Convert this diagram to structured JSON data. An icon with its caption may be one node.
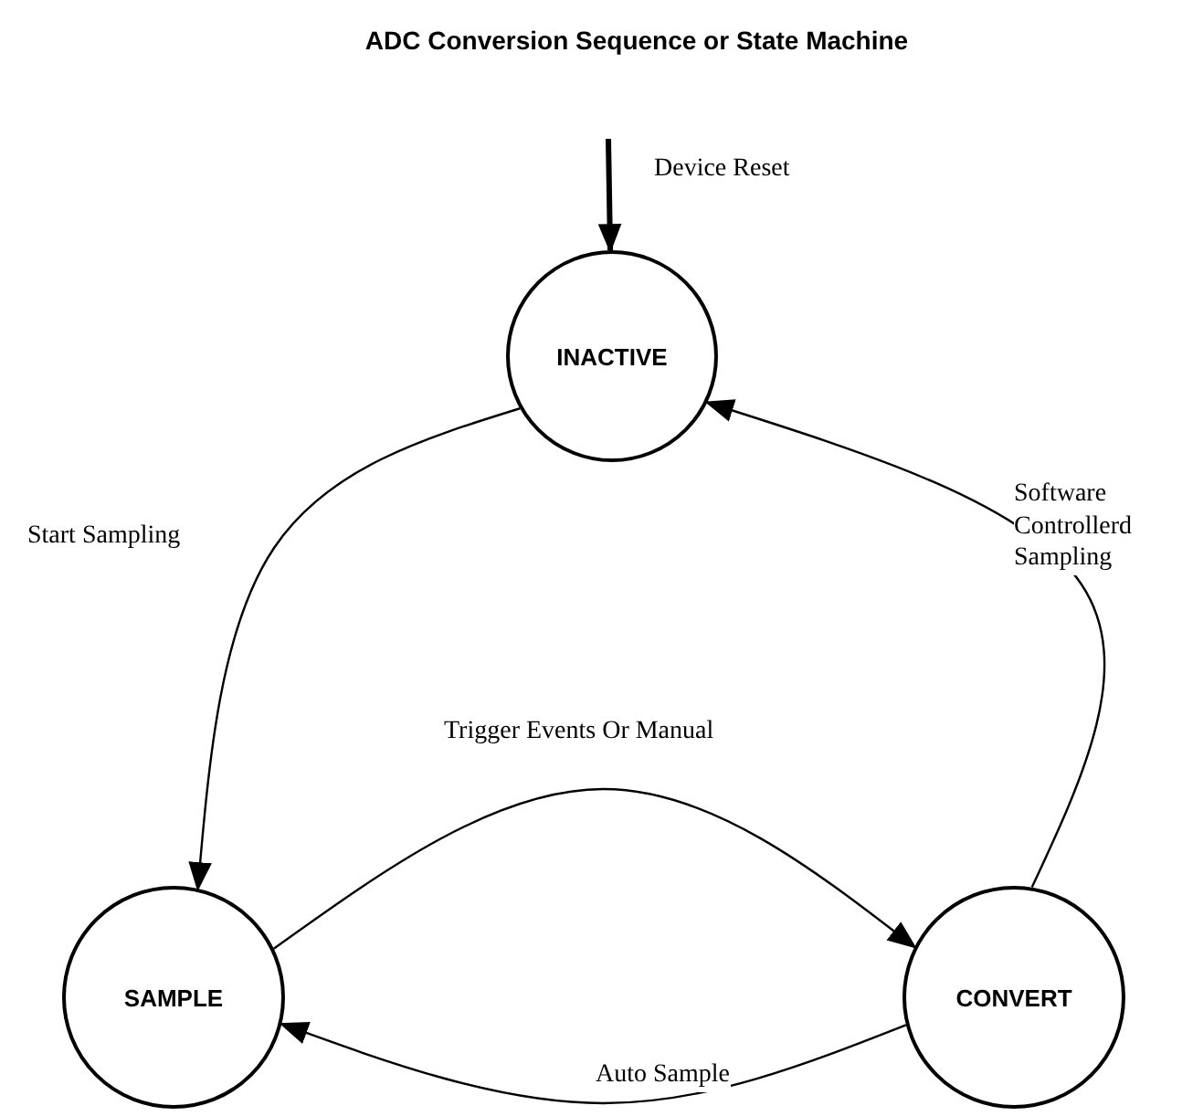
{
  "diagram": {
    "title": "ADC Conversion Sequence or State Machine",
    "nodes": [
      {
        "text": [
          "INACTIVE"
        ]
      },
      {
        "text": [
          "SAMPLE"
        ]
      },
      {
        "text": [
          "CONVERT"
        ]
      }
    ],
    "edges": [
      {
        "from": null,
        "to": 0,
        "arrow": "to",
        "label": "Device Reset",
        "style": "thick"
      },
      {
        "from": 0,
        "to": 1,
        "arrow": "to",
        "label": "Start Sampling"
      },
      {
        "from": 1,
        "to": 2,
        "arrow": "to",
        "label": "Trigger Events Or Manual"
      },
      {
        "from": 2,
        "to": 1,
        "arrow": "to",
        "label": "Auto Sample"
      },
      {
        "from": 2,
        "to": 0,
        "arrow": "to",
        "label": "Software Controllerd Sampling"
      }
    ]
  }
}
